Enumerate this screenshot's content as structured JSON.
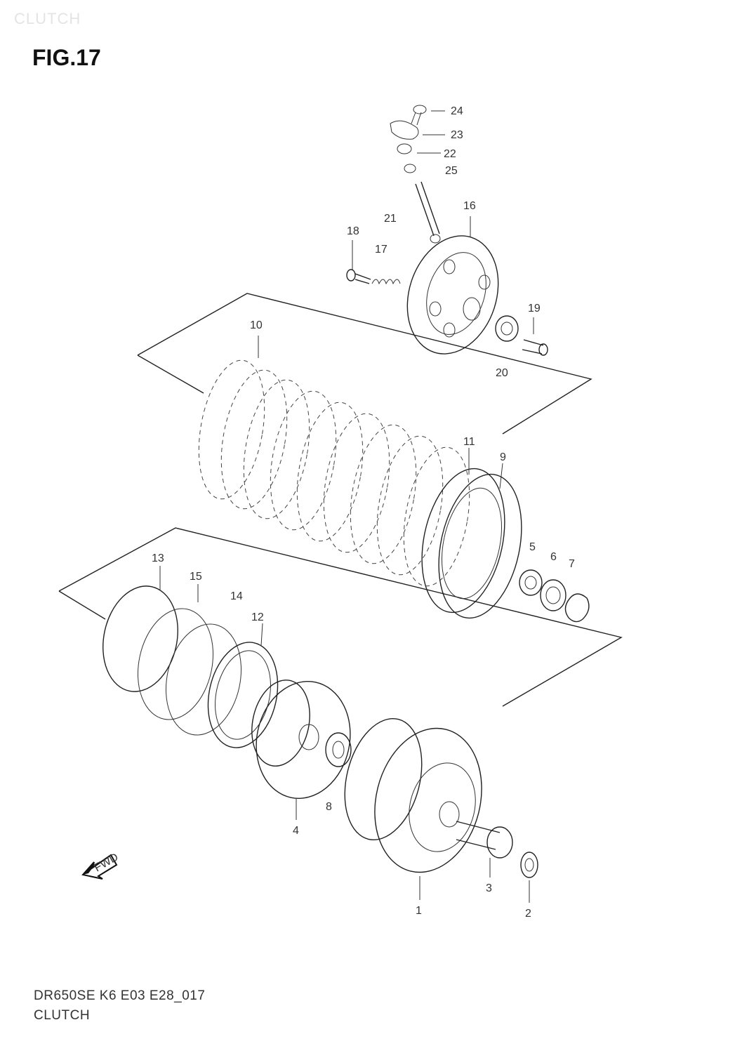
{
  "header": {
    "watermark": "CLUTCH",
    "figure_title": "FIG.17"
  },
  "footer": {
    "code": "DR650SE K6 E03 E28_017",
    "name": "CLUTCH"
  },
  "fwd_label": "FWD",
  "callouts": [
    {
      "id": "1",
      "label": "1"
    },
    {
      "id": "2",
      "label": "2"
    },
    {
      "id": "3",
      "label": "3"
    },
    {
      "id": "4",
      "label": "4"
    },
    {
      "id": "5",
      "label": "5"
    },
    {
      "id": "6",
      "label": "6"
    },
    {
      "id": "7",
      "label": "7"
    },
    {
      "id": "8",
      "label": "8"
    },
    {
      "id": "9",
      "label": "9"
    },
    {
      "id": "10",
      "label": "10"
    },
    {
      "id": "11",
      "label": "11"
    },
    {
      "id": "12",
      "label": "12"
    },
    {
      "id": "13",
      "label": "13"
    },
    {
      "id": "14",
      "label": "14"
    },
    {
      "id": "15",
      "label": "15"
    },
    {
      "id": "16",
      "label": "16"
    },
    {
      "id": "17",
      "label": "17"
    },
    {
      "id": "18",
      "label": "18"
    },
    {
      "id": "19",
      "label": "19"
    },
    {
      "id": "20",
      "label": "20"
    },
    {
      "id": "21",
      "label": "21"
    },
    {
      "id": "22",
      "label": "22"
    },
    {
      "id": "23",
      "label": "23"
    },
    {
      "id": "24",
      "label": "24"
    },
    {
      "id": "25",
      "label": "25"
    }
  ]
}
